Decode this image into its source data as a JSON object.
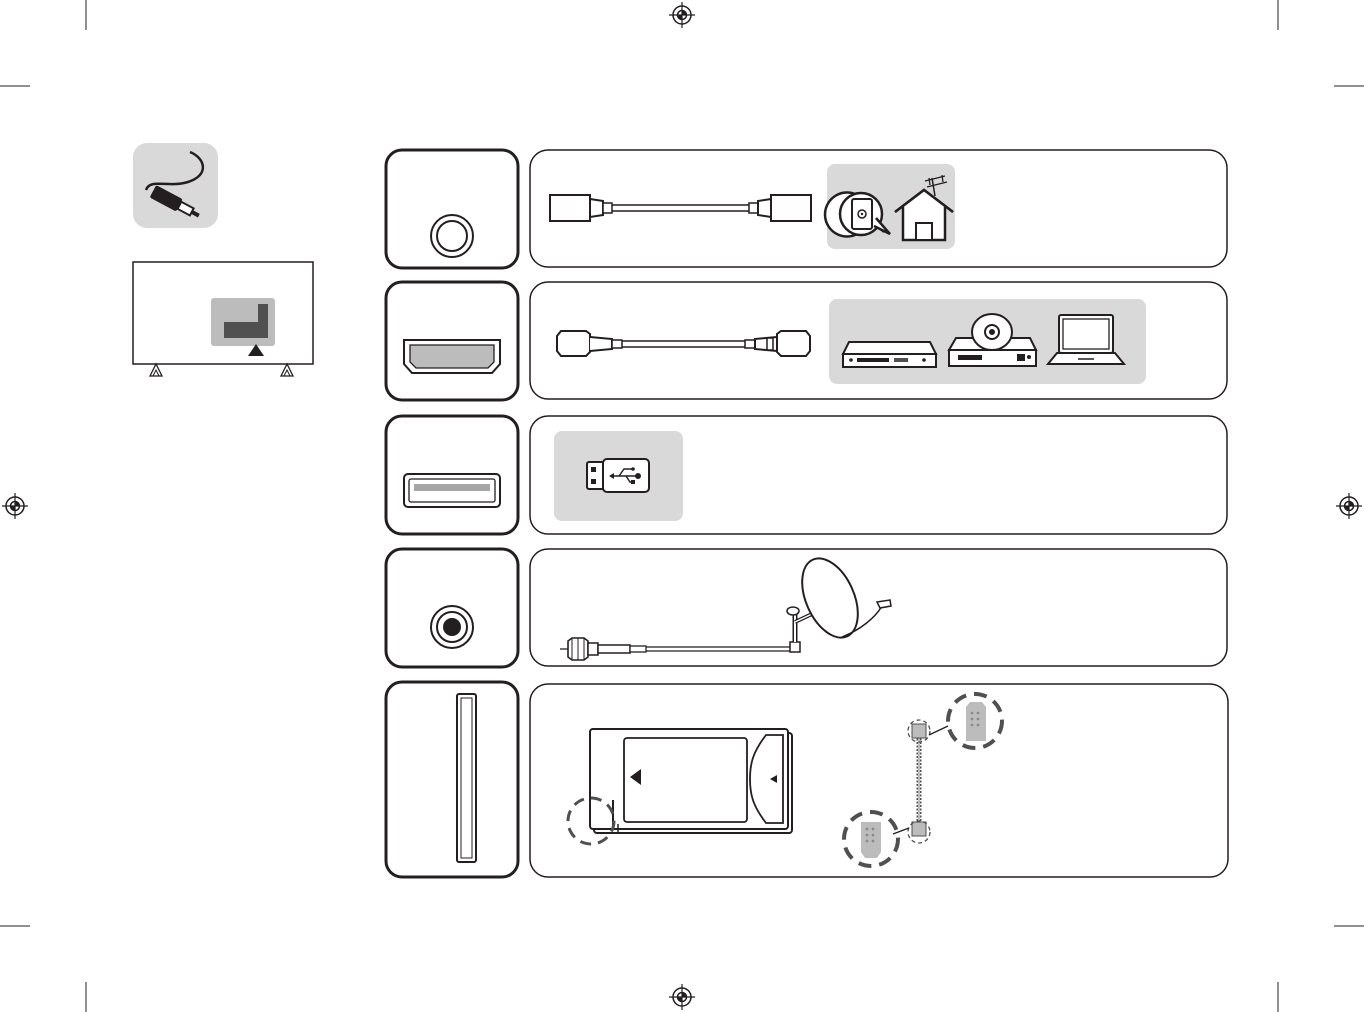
{
  "document": {
    "type": "tv-connection-diagram",
    "colors": {
      "line": "#231f20",
      "panel_fill": "#d9d9d9",
      "icon_fill": "#bcbcbc",
      "dark_fill": "#505050",
      "background": "#ffffff"
    }
  },
  "sidebar": {
    "cable_icon": "cable-connector-icon",
    "tv_icon": "tv-rear-ports-icon"
  },
  "rows": [
    {
      "id": "antenna",
      "port_icon": "antenna-rf-port-icon",
      "cable_icon": "rf-coaxial-cable-icon",
      "device_icons": [
        "wall-antenna-outlet-icon",
        "house-antenna-icon"
      ]
    },
    {
      "id": "hdmi",
      "port_icon": "hdmi-port-icon",
      "cable_icon": "hdmi-cable-icon",
      "device_icons": [
        "set-top-box-icon",
        "dvd-player-icon",
        "laptop-icon"
      ]
    },
    {
      "id": "usb",
      "port_icon": "usb-port-icon",
      "cable_icon": "",
      "device_icons": [
        "usb-flash-drive-icon"
      ]
    },
    {
      "id": "satellite",
      "port_icon": "satellite-port-icon",
      "cable_icon": "satellite-cable-icon",
      "device_icons": [
        "satellite-dish-icon"
      ]
    },
    {
      "id": "ci-slot",
      "port_icon": "ci-card-slot-icon",
      "cable_icon": "",
      "device_icons": [
        "ci-module-card-icon",
        "ir-blaster-cable-icon"
      ]
    }
  ],
  "registration_marks": [
    "registration-mark-top",
    "registration-mark-bottom",
    "registration-mark-left",
    "registration-mark-right"
  ]
}
